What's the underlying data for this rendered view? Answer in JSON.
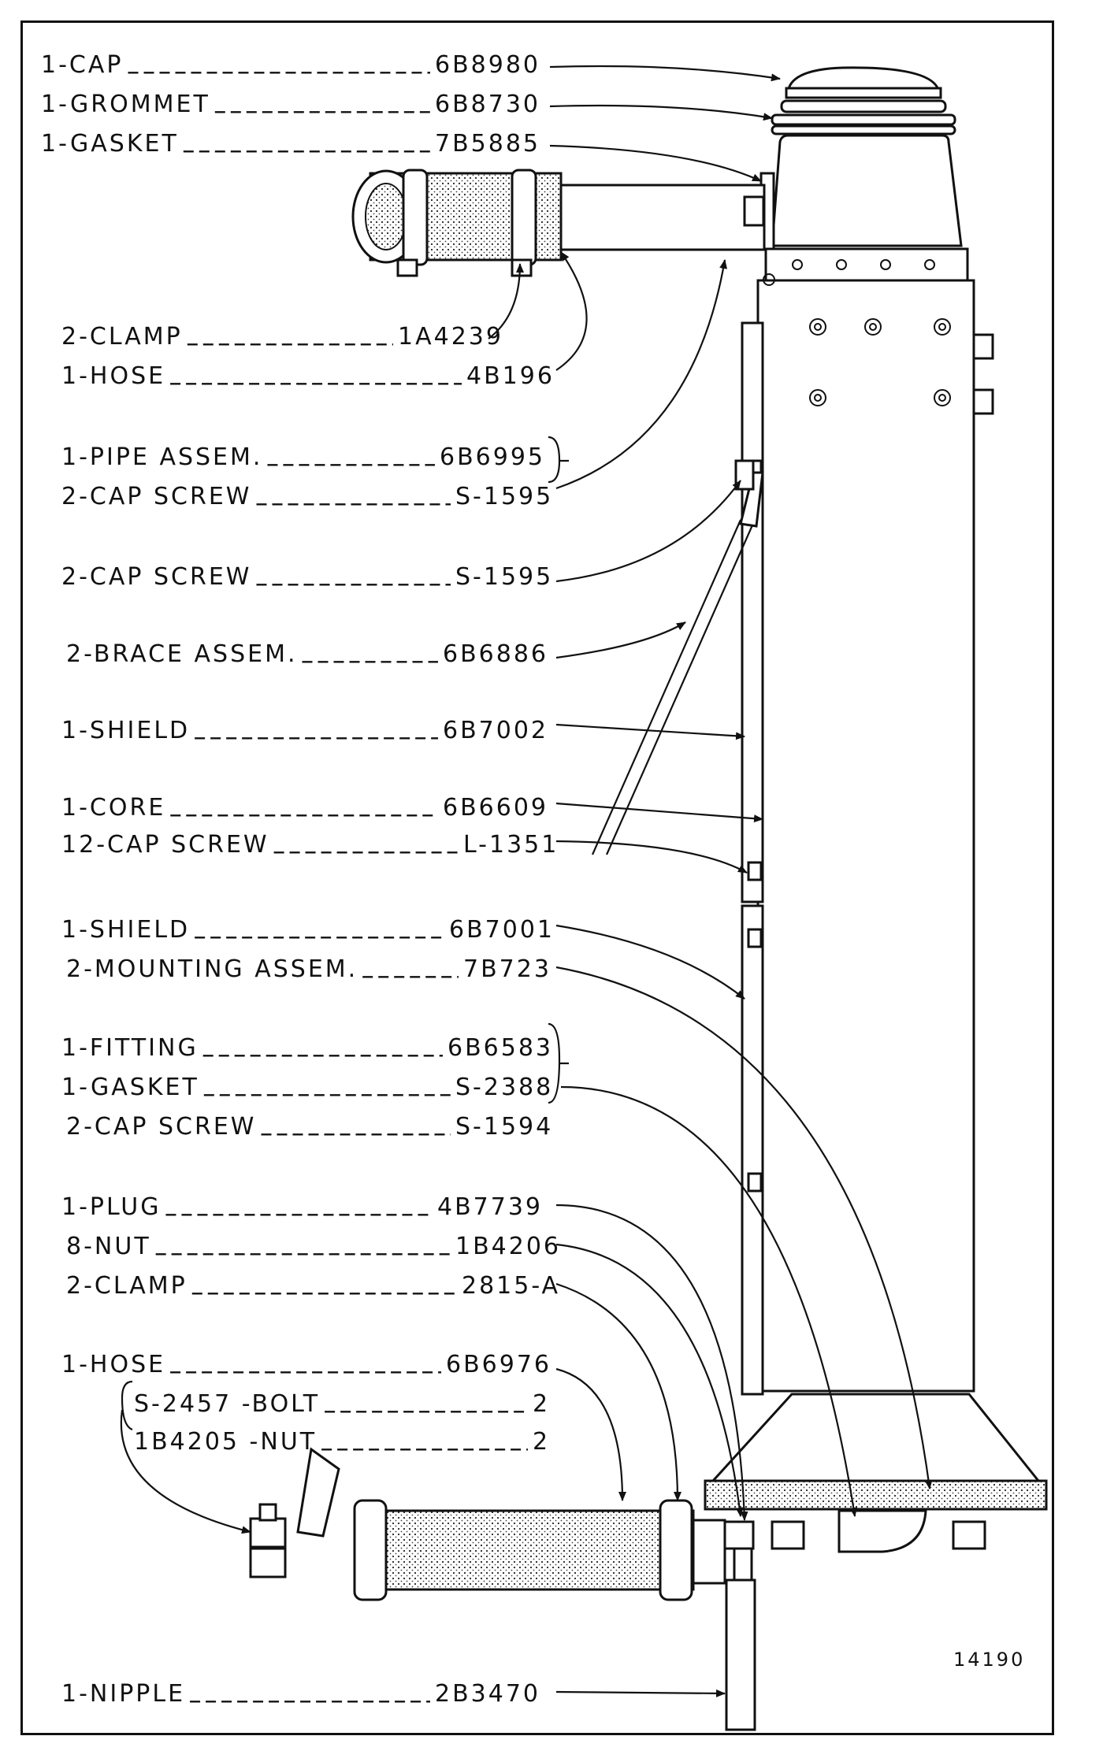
{
  "figure_number": "14190",
  "parts": [
    {
      "qty": "1",
      "name": "CAP",
      "number": "6B8980"
    },
    {
      "qty": "1",
      "name": "GROMMET",
      "number": "6B8730"
    },
    {
      "qty": "1",
      "name": "GASKET",
      "number": "7B5885"
    },
    {
      "qty": "2",
      "name": "CLAMP",
      "number": "1A4239"
    },
    {
      "qty": "1",
      "name": "HOSE",
      "number": "4B196"
    },
    {
      "qty": "1",
      "name": "PIPE ASSEM.",
      "number": "6B6995"
    },
    {
      "qty": "2",
      "name": "CAP SCREW",
      "number": "S-1595"
    },
    {
      "qty": "2",
      "name": "CAP SCREW",
      "number": "S-1595"
    },
    {
      "qty": "2",
      "name": "BRACE ASSEM.",
      "number": "6B6886"
    },
    {
      "qty": "1",
      "name": "SHIELD",
      "number": "6B7002"
    },
    {
      "qty": "1",
      "name": "CORE",
      "number": "6B6609"
    },
    {
      "qty": "12",
      "name": "CAP SCREW",
      "number": "L-1351"
    },
    {
      "qty": "1",
      "name": "SHIELD",
      "number": "6B7001"
    },
    {
      "qty": "2",
      "name": "MOUNTING ASSEM.",
      "number": "7B723"
    },
    {
      "qty": "1",
      "name": "FITTING",
      "number": "6B6583"
    },
    {
      "qty": "1",
      "name": "GASKET",
      "number": "S-2388"
    },
    {
      "qty": "2",
      "name": "CAP SCREW",
      "number": "S-1594"
    },
    {
      "qty": "1",
      "name": "PLUG",
      "number": "4B7739"
    },
    {
      "qty": "8",
      "name": "NUT",
      "number": "1B4206"
    },
    {
      "qty": "2",
      "name": "CLAMP",
      "number": "2815-A"
    },
    {
      "qty": "1",
      "name": "HOSE",
      "number": "6B6976"
    },
    {
      "qty": "1",
      "name": "NIPPLE",
      "number": "2B3470"
    }
  ],
  "bolt_set": [
    {
      "number": "S-2457",
      "name": "BOLT",
      "qty": "2"
    },
    {
      "number": "1B4205",
      "name": "NUT",
      "qty": "2"
    }
  ]
}
